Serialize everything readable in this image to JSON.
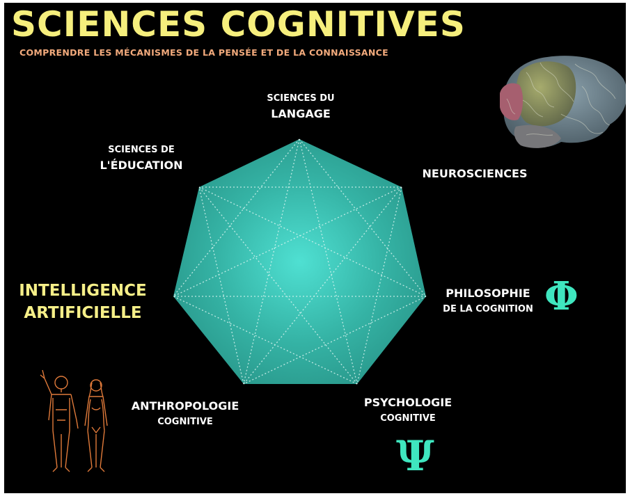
{
  "header": {
    "title": "SCIENCES COGNITIVES",
    "subtitle": "COMPRENDRE LES MÉCANISMES DE LA PENSÉE ET DE LA CONNAISSANCE"
  },
  "disciplines": [
    {
      "line1": "SCIENCES DU",
      "line2": "LANGAGE"
    },
    {
      "line1": "NEUROSCIENCES",
      "line2": ""
    },
    {
      "line1": "PHILOSOPHIE",
      "line2": "DE LA COGNITION"
    },
    {
      "line1": "PSYCHOLOGIE",
      "line2": "COGNITIVE"
    },
    {
      "line1": "ANTHROPOLOGIE",
      "line2": "COGNITIVE"
    },
    {
      "line1": "INTELLIGENCE",
      "line2": "ARTIFICIELLE"
    },
    {
      "line1": "SCIENCES DE",
      "line2": "L'ÉDUCATION"
    }
  ],
  "symbols": {
    "phi": "Φ",
    "psi": "Ψ"
  },
  "colors": {
    "background": "#000000",
    "title": "#f6ef7d",
    "subtitle": "#f2aa7c",
    "heptagon": "#2fa89a",
    "highlight_label": "#f6ef88",
    "symbol": "#3fe6bf",
    "figure_outline": "#e07a3a"
  },
  "icons": [
    "brain-icon",
    "human-figures-icon",
    "phi-symbol",
    "psi-symbol"
  ]
}
